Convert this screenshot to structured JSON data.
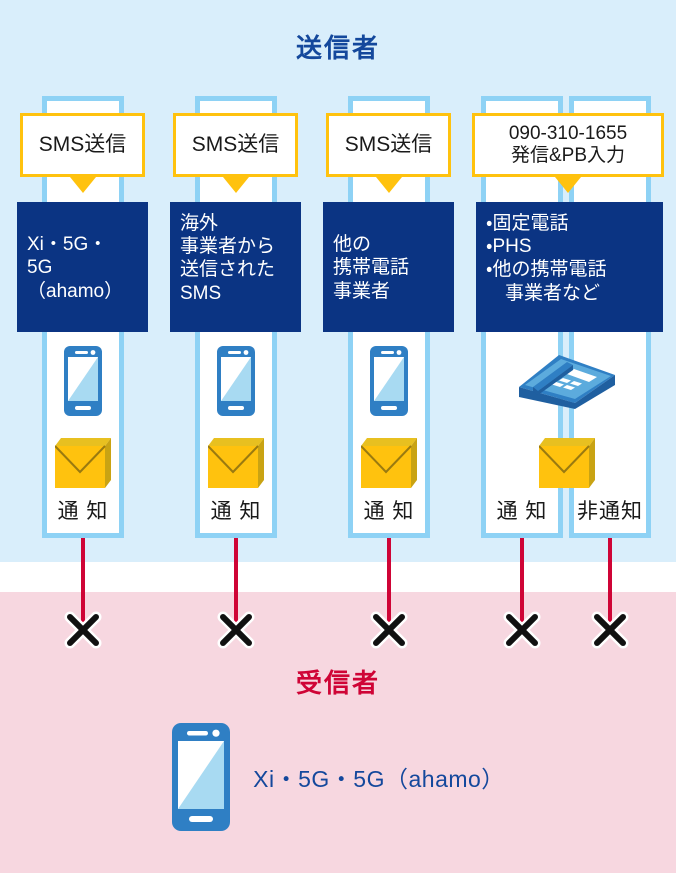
{
  "sections": {
    "sender": {
      "title": "送信者",
      "color": "#14489c"
    },
    "receiver": {
      "title": "受信者",
      "color": "#cf0436"
    }
  },
  "colors": {
    "sender_band": "#d9eefb",
    "receiver_band": "#f7d7e0",
    "lane_border": "#8ed2f5",
    "operator_box": "#0b3483",
    "action_border": "#ffc20e",
    "envelope": "#ffc20e",
    "red_line": "#cf0436",
    "device_blue": "#2f7fc4"
  },
  "columns": [
    {
      "id": "col1",
      "action_label": "SMS送信",
      "operator_label": "Xi・5G・\n5G\n（ahamo）",
      "device_icon": "mobile-phone-icon",
      "envelope_icon": "envelope-icon",
      "notify_label": "通 知",
      "result_icon": "x-mark-icon"
    },
    {
      "id": "col2",
      "action_label": "SMS送信",
      "operator_label": "海外\n事業者から\n送信された\nSMS",
      "device_icon": "mobile-phone-icon",
      "envelope_icon": "envelope-icon",
      "notify_label": "通 知",
      "result_icon": "x-mark-icon"
    },
    {
      "id": "col3",
      "action_label": "SMS送信",
      "operator_label": "他の\n携帯電話\n事業者",
      "device_icon": "mobile-phone-icon",
      "envelope_icon": "envelope-icon",
      "notify_label": "通 知",
      "result_icon": "x-mark-icon"
    },
    {
      "id": "col4",
      "action_label": "090-310-1655\n発信&PB入力",
      "operator_label": "・固定電話\n・PHS\n・他の携帯電話\n　事業者など",
      "device_icon": "desk-phone-icon",
      "envelope_icon": "envelope-icon",
      "notify_label": "通 知",
      "result_icon": "x-mark-icon"
    },
    {
      "id": "col5",
      "notify_label": "非通知",
      "result_icon": "x-mark-icon"
    }
  ],
  "receiver": {
    "device_icon": "mobile-phone-icon",
    "label": "Xi・5G・5G（ahamo）"
  }
}
